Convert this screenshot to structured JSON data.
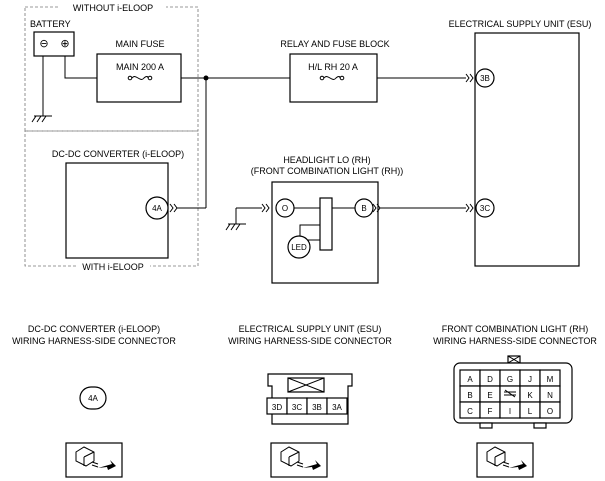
{
  "labels": {
    "without_ieloop": "WITHOUT i-ELOOP",
    "with_ieloop": "WITH i-ELOOP",
    "battery": "BATTERY",
    "battery_neg": "⊖",
    "battery_pos": "⊕",
    "main_fuse_title": "MAIN FUSE",
    "main_fuse_rating": "MAIN 200 A",
    "relay_block_title": "RELAY AND FUSE BLOCK",
    "relay_fuse_rating": "H/L RH 20 A",
    "esu_title": "ELECTRICAL SUPPLY UNIT (ESU)",
    "esu_pin_top": "3B",
    "esu_pin_bottom": "3C",
    "dcdc_title": "DC-DC CONVERTER (i-ELOOP)",
    "dcdc_pin": "4A",
    "headlight_title_1": "HEADLIGHT LO (RH)",
    "headlight_title_2": "(FRONT COMBINATION LIGHT (RH))",
    "headlight_pin_o": "O",
    "headlight_pin_b": "B",
    "led": "LED"
  },
  "connectors": {
    "dcdc": {
      "title_1": "DC-DC CONVERTER (i-ELOOP)",
      "title_2": "WIRING HARNESS-SIDE CONNECTOR",
      "pin": "4A"
    },
    "esu": {
      "title_1": "ELECTRICAL SUPPLY UNIT (ESU)",
      "title_2": "WIRING HARNESS-SIDE CONNECTOR",
      "pins": [
        "3D",
        "3C",
        "3B",
        "3A"
      ]
    },
    "fcl": {
      "title_1": "FRONT COMBINATION LIGHT (RH)",
      "title_2": "WIRING HARNESS-SIDE CONNECTOR",
      "rows": [
        [
          "A",
          "D",
          "G",
          "J",
          "M"
        ],
        [
          "B",
          "E",
          "",
          "K",
          "N"
        ],
        [
          "C",
          "F",
          "I",
          "L",
          "O"
        ]
      ]
    }
  }
}
